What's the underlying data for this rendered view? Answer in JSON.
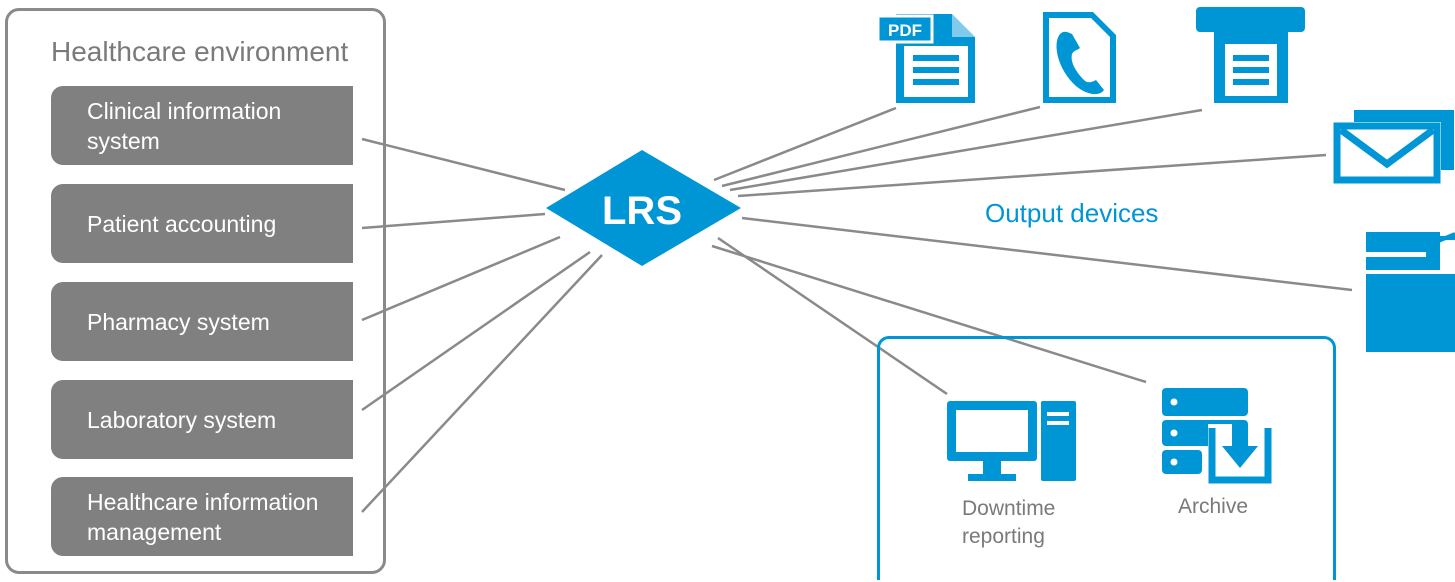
{
  "environment": {
    "title": "Healthcare environment",
    "systems": [
      {
        "line1": "Clinical information",
        "line2": "system"
      },
      {
        "line1": "Patient accounting",
        "line2": ""
      },
      {
        "line1": "Pharmacy system",
        "line2": ""
      },
      {
        "line1": "Laboratory system",
        "line2": ""
      },
      {
        "line1": "Healthcare information",
        "line2": "management"
      }
    ]
  },
  "hub": {
    "label": "LRS"
  },
  "outputs": {
    "label": "Output devices",
    "icons": [
      "pdf-document-icon",
      "fax-phone-icon",
      "printer-icon",
      "email-icon",
      "scanner-copier-icon"
    ],
    "pdf_badge": "PDF"
  },
  "local": {
    "downtime": {
      "line1": "Downtime",
      "line2": "reporting"
    },
    "archive": {
      "label": "Archive"
    }
  },
  "colors": {
    "accent": "#0096d6",
    "gray_box": "#808080",
    "line": "#8a8a8a",
    "text_gray": "#7a7a7a"
  }
}
